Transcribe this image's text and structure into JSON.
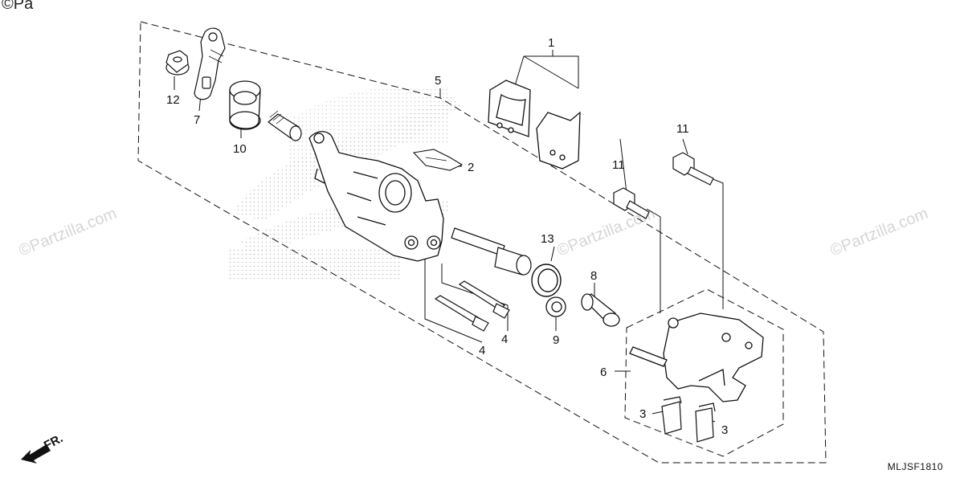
{
  "watermarks": {
    "corner": "©Pa",
    "site": "©Partzilla.com"
  },
  "callouts": {
    "c1": "1",
    "c2": "2",
    "c3a": "3",
    "c3b": "3",
    "c4a": "4",
    "c4b": "4",
    "c5": "5",
    "c6": "6",
    "c7": "7",
    "c8": "8",
    "c9": "9",
    "c10": "10",
    "c11a": "11",
    "c11b": "11",
    "c12": "12",
    "c13": "13"
  },
  "direction": {
    "label": "FR."
  },
  "diagram_code": "MLJSF1810",
  "colors": {
    "line": "#111111",
    "fill": "#ffffff",
    "shade": "#cfcfcf"
  }
}
